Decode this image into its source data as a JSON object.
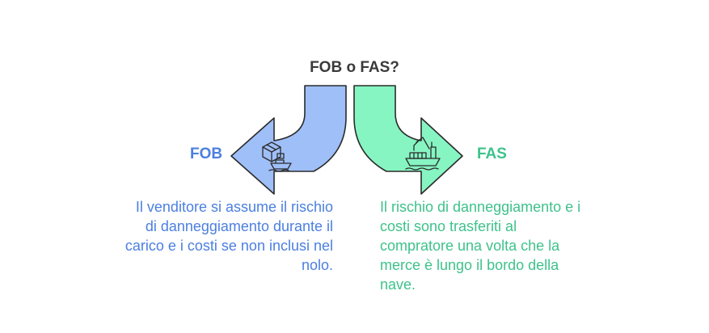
{
  "title": "FOB o FAS?",
  "left": {
    "label": "FOB",
    "description": "Il venditore si assume il rischio di danneggiamento durante il carico e i costi se non inclusi nel nolo.",
    "icon": "cargo-ship-boxes-icon",
    "color": "#4b7fe0",
    "arrow_fill": "#9fbff9"
  },
  "right": {
    "label": "FAS",
    "description": "Il rischio di danneggiamento e i costi sono trasferiti al compratore una volta che la merce è lungo il bordo della nave.",
    "icon": "ship-crane-icon",
    "color": "#3ec28b",
    "arrow_fill": "#86f5c2"
  }
}
